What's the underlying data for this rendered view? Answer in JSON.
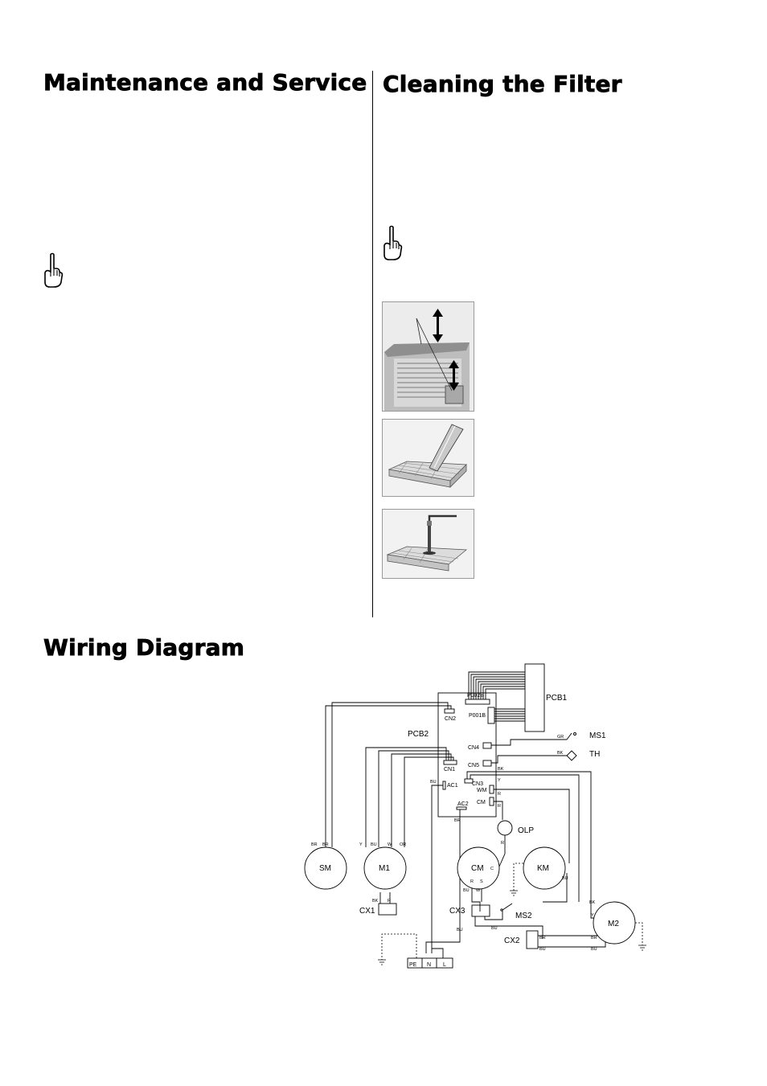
{
  "headings": {
    "maintenance": "Maintenance and Service",
    "filter": "Cleaning the Filter",
    "wiring": "Wiring Diagram"
  },
  "icons": [
    "pointing-hand-icon"
  ],
  "wiring": {
    "boards": [
      "PCB1",
      "PCB2"
    ],
    "connectors": [
      "P002B",
      "P001B",
      "CN2",
      "CN1",
      "CN4",
      "CN5",
      "CN3",
      "AC1",
      "AC2",
      "WM",
      "CM"
    ],
    "components": [
      "SM",
      "M1",
      "CM",
      "KM",
      "M2",
      "OLP",
      "MS1",
      "MS2",
      "TH",
      "CX1",
      "CX2",
      "CX3"
    ],
    "terminals": [
      "PE",
      "N",
      "L"
    ],
    "wire_codes": {
      "gr": "GR",
      "bk": "BK",
      "y": "Y",
      "r": "R",
      "bu": "BU",
      "br": "BR",
      "w": "W",
      "or": "OR",
      "c": "C",
      "s": "S"
    }
  }
}
